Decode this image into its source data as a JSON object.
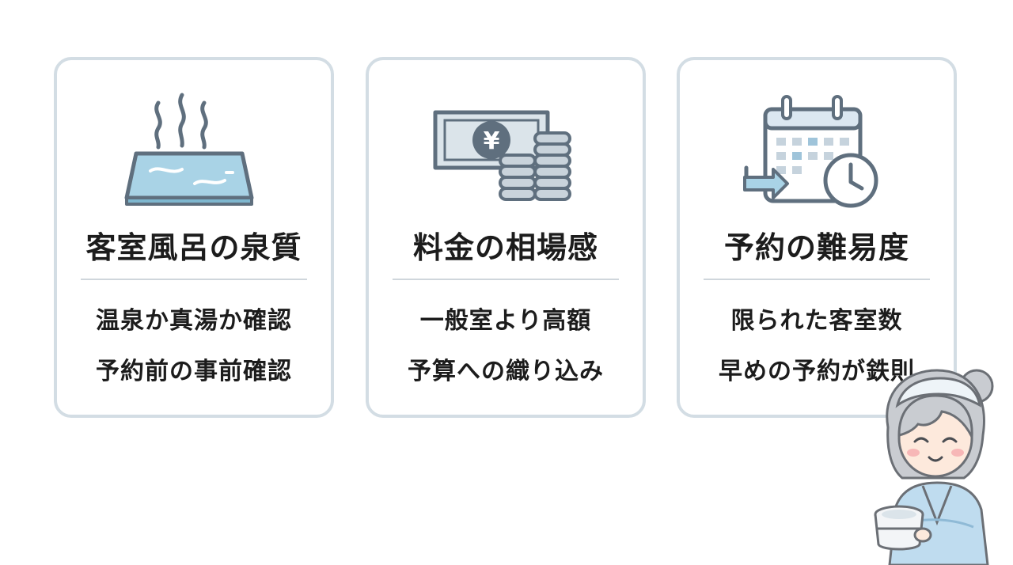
{
  "cards": [
    {
      "icon": "hot-spring-bath-icon",
      "title": "客室風呂の泉質",
      "lines": [
        "温泉か真湯か確認",
        "予約前の事前確認"
      ]
    },
    {
      "icon": "yen-banknote-coins-icon",
      "title": "料金の相場感",
      "lines": [
        "一般室より高額",
        "予算への織り込み"
      ]
    },
    {
      "icon": "calendar-clock-icon",
      "title": "予約の難易度",
      "lines": [
        "限られた客室数",
        "早めの予約が鉄則"
      ]
    }
  ],
  "mascot": {
    "icon": "onsen-grandma-mascot"
  },
  "colors": {
    "card_border": "#d3dde4",
    "icon_outline": "#5f6f7e",
    "water": "#a9d3e6",
    "icon_fill": "#dbe7f1",
    "text": "#1c1c1c"
  }
}
